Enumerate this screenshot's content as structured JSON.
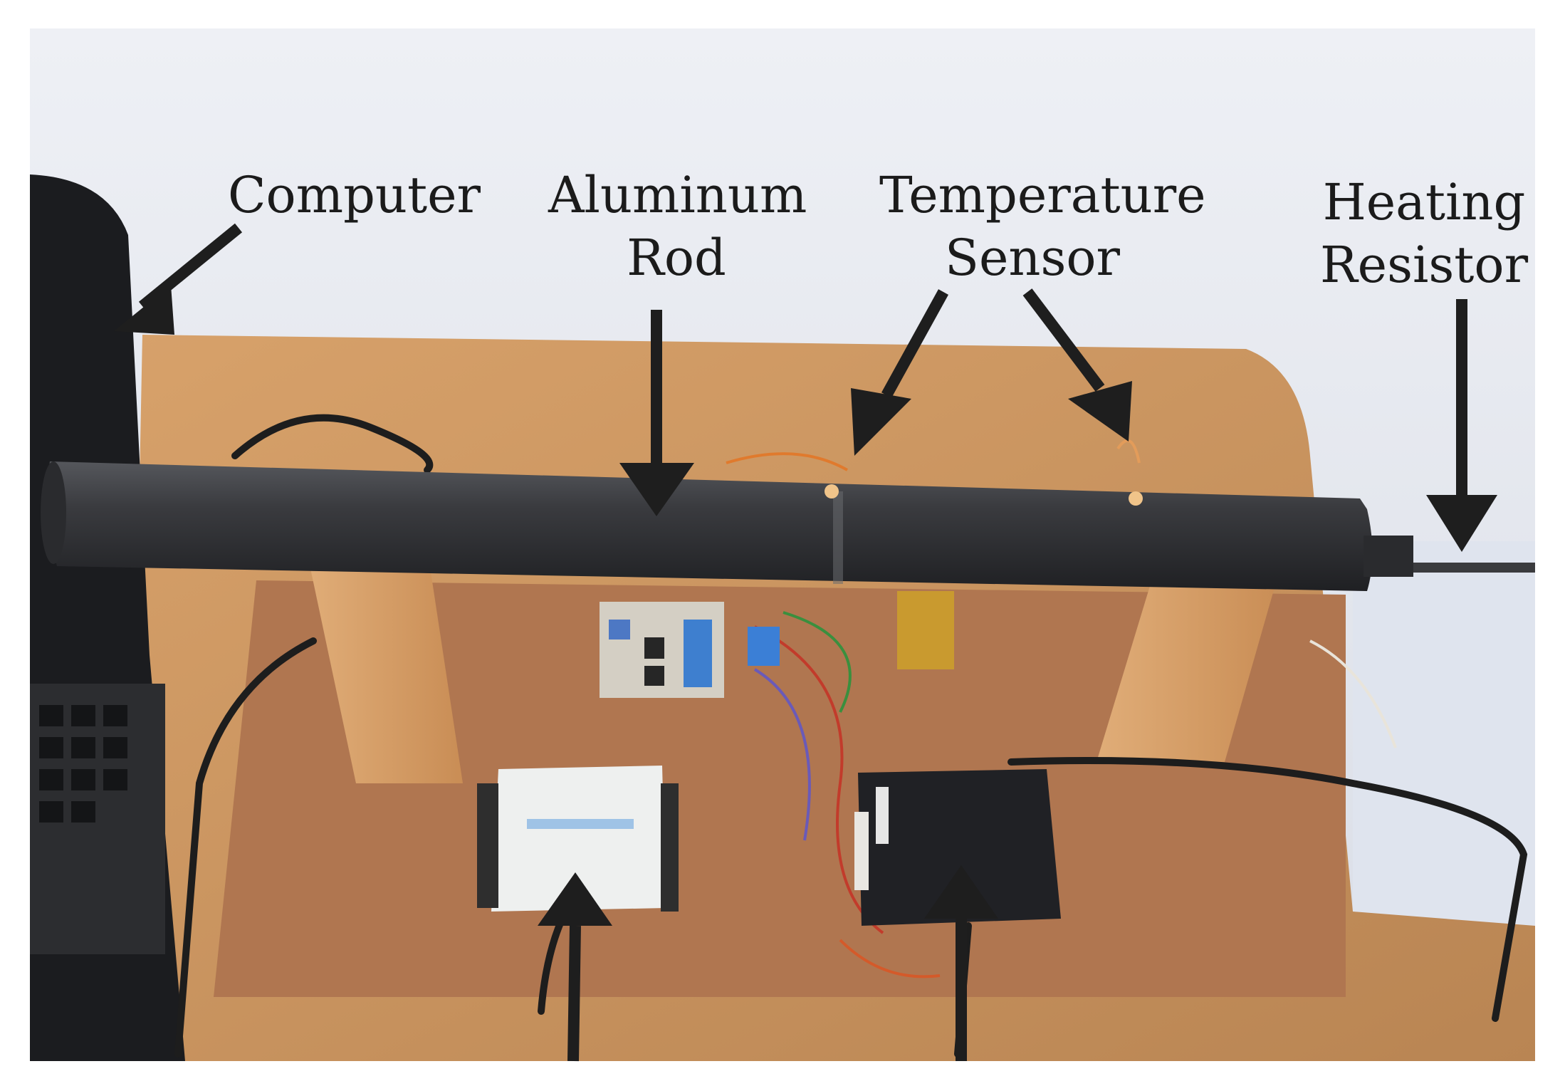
{
  "labels": {
    "computer": "Computer",
    "aluminum_rod_line1": "Aluminum",
    "aluminum_rod_line2": "Rod",
    "temperature_sensor_line1": "Temperature",
    "temperature_sensor_line2": "Sensor",
    "heating_resistor_line1": "Heating",
    "heating_resistor_line2": "Resistor"
  },
  "colors": {
    "wall": "#e6e9f0",
    "desk": "#c8935c",
    "board": "#a86f45",
    "rod": "#2f3033",
    "arrow": "#1e1e1e"
  }
}
